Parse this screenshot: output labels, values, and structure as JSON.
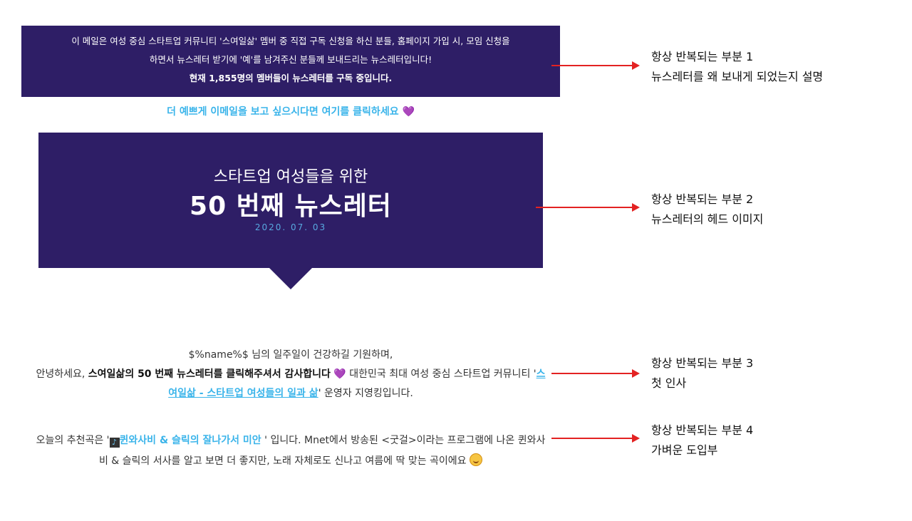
{
  "intro": {
    "line1": "이 메일은 여성 중심 스타트업 커뮤니티 '스여일삶' 멤버 중 직접 구독 신청을 하신 분들, 홈페이지 가입 시, 모임 신청을",
    "line2": "하면서 뉴스레터 받기에 '예'를 남겨주신 분들께 보내드리는 뉴스레터입니다!",
    "line3": "현재 1,855명의 멤버들이 뉴스레터를 구독 중입니다."
  },
  "web_link": {
    "text": "더 예쁘게 이메일을 보고 싶으시다면 여기를 클릭하세요",
    "heart": "💜"
  },
  "header": {
    "subtitle": "스타트업 여성들을 위한",
    "title": "50 번째 뉴스레터",
    "date": "2020. 07. 03"
  },
  "greeting": {
    "line1": "$%name%$ 님의 일주일이 건강하길 기원하며,",
    "hello": "안녕하세요, ",
    "thanks": "스여일삶의 50 번째 뉴스레터를 클릭해주셔서 감사합니다",
    "heart": "💜",
    "intro_a": " 대한민국 최대 여성 중심 스타트업 커뮤니티 '",
    "community_link": "스여일삶 - 스타트업 여성들의 일과 삶",
    "intro_b": "' 운영자 지영킹입니다."
  },
  "song": {
    "pre": "오늘의 추천곡은 '",
    "note_icon": "♪",
    "link": "퀸와사비 & 슬릭의 잘나가서 미안",
    "post": " ' 입니다. Mnet에서 방송된 <굿걸>이라는 프로그램에 나온 퀸와사비 & 슬릭의 서사를 알고 보면 더 좋지만, 노래 자체로도 신나고 여름에 딱 맞는 곡이에요 "
  },
  "annotations": [
    {
      "title": "항상 반복되는 부분 1",
      "desc": "뉴스레터를 왜 보내게 되었는지 설명"
    },
    {
      "title": "항상 반복되는 부분 2",
      "desc": "뉴스레터의 헤드 이미지"
    },
    {
      "title": "항상 반복되는 부분 3",
      "desc": "첫 인사"
    },
    {
      "title": "항상 반복되는 부분 4",
      "desc": "가벼운 도입부"
    }
  ],
  "colors": {
    "banner": "#2e1e66",
    "link": "#3ab4ea",
    "annotation_arrow": "#e32222",
    "heart": "#7b55e8"
  }
}
